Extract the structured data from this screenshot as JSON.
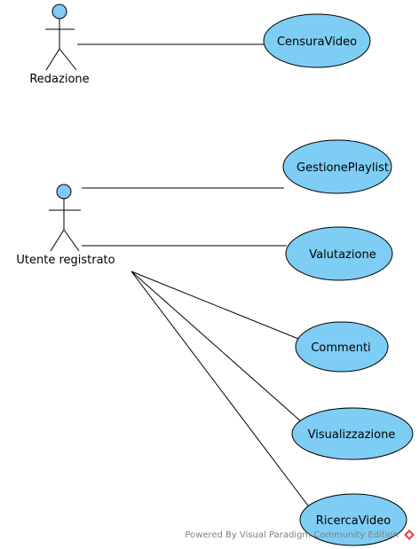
{
  "actors": [
    {
      "id": "redazione",
      "label": "Redazione"
    },
    {
      "id": "utente",
      "label": "Utente registrato"
    }
  ],
  "use_cases": [
    {
      "id": "censura",
      "label": "CensuraVideo"
    },
    {
      "id": "playlist",
      "label": "GestionePlaylist"
    },
    {
      "id": "valutazione",
      "label": "Valutazione"
    },
    {
      "id": "commenti",
      "label": "Commenti"
    },
    {
      "id": "visualizzazione",
      "label": "Visualizzazione"
    },
    {
      "id": "ricerca",
      "label": "RicercaVideo"
    }
  ],
  "colors": {
    "use_case_fill": "#7ecdf4",
    "actor_head_fill": "#7ecdf4",
    "stroke": "#000000"
  },
  "watermark": "Powered By Visual Paradigm Community Edition"
}
